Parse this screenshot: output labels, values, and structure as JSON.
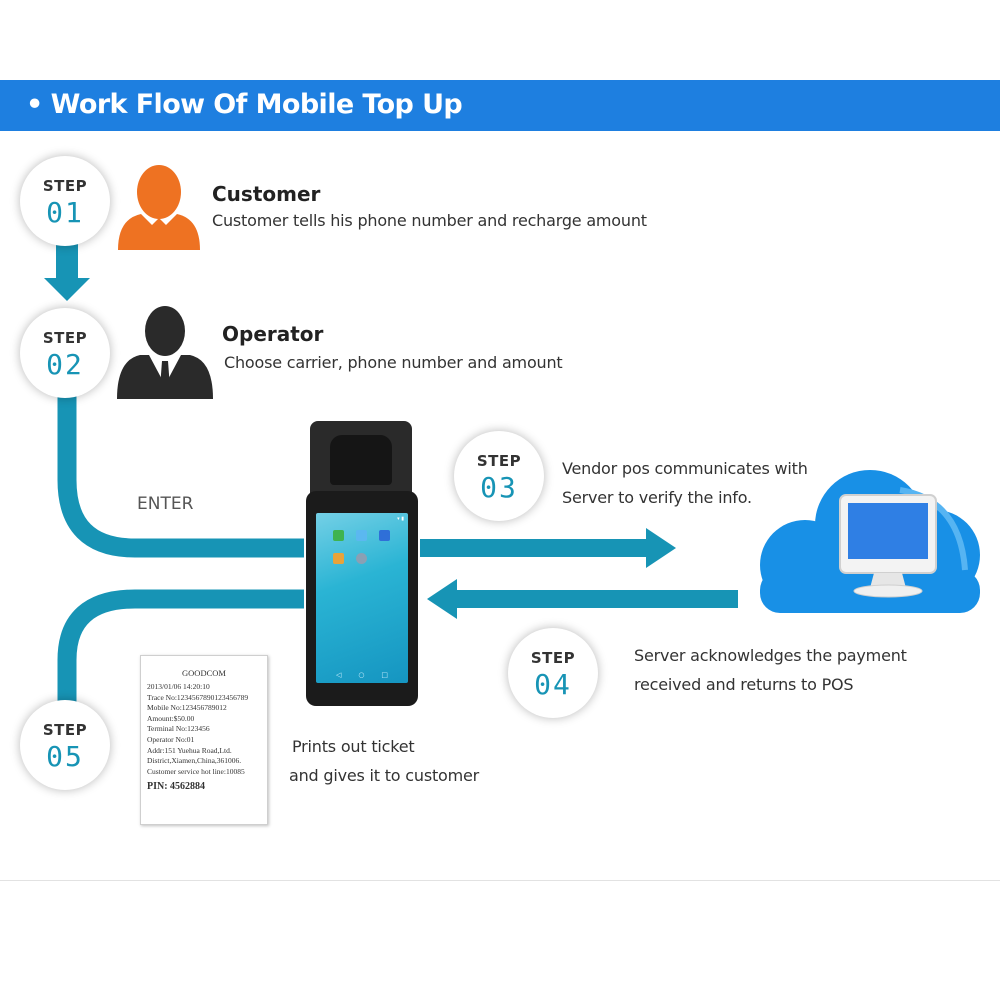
{
  "header": {
    "bullet": "•",
    "title": "Work Flow Of  Mobile Top Up"
  },
  "colors": {
    "header_blue": "#1e7fe0",
    "flow_teal": "#1794b5",
    "customer_orange": "#ee7222",
    "cloud_blue": "#1890e6"
  },
  "steps": [
    {
      "label": "STEP",
      "number": "01",
      "heading": "Customer",
      "description": "Customer tells his phone number and recharge amount"
    },
    {
      "label": "STEP",
      "number": "02",
      "heading": "Operator",
      "description": "Choose carrier, phone number and amount"
    },
    {
      "label": "STEP",
      "number": "03",
      "description_lines": [
        "Vendor pos communicates with",
        "Server to verify the info."
      ]
    },
    {
      "label": "STEP",
      "number": "04",
      "description_lines": [
        "Server acknowledges the payment",
        "received and returns to POS"
      ]
    },
    {
      "label": "STEP",
      "number": "05",
      "description_lines": [
        "Prints out ticket",
        "and gives it to customer"
      ]
    }
  ],
  "enter_label": "ENTER",
  "receipt": {
    "header": "GOODCOM",
    "lines": [
      "2013/01/06 14:20:10",
      "Trace No:1234567890123456789",
      "Mobile No:123456789012",
      "Amount:$50.00",
      "Terminal No:123456",
      "Operator No:01",
      "Addr:151 Yuehua Road,Ltd.",
      "District,Xiamen,China,361006.",
      "Customer service hot line:10085"
    ],
    "pin": "PIN: 4562884"
  },
  "icons": {
    "customer": "person-silhouette-icon",
    "operator": "businessman-icon",
    "terminal": "pos-terminal-icon",
    "server": "cloud-computer-icon"
  }
}
